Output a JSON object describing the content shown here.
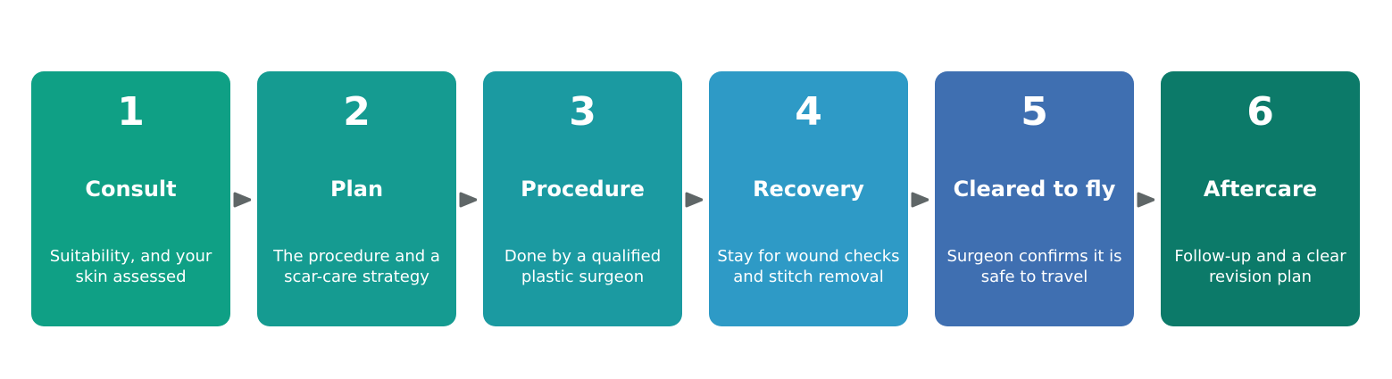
{
  "steps": [
    {
      "number": "1",
      "title": "Consult",
      "description": "Suitability, and your skin assessed",
      "color": "#0fa085"
    },
    {
      "number": "2",
      "title": "Plan",
      "description": "The procedure and a scar-care strategy",
      "color": "#159b91"
    },
    {
      "number": "3",
      "title": "Procedure",
      "description": "Done by a qualified plastic surgeon",
      "color": "#1b9aa1"
    },
    {
      "number": "4",
      "title": "Recovery",
      "description": "Stay for wound checks and stitch removal",
      "color": "#2e9ac6"
    },
    {
      "number": "5",
      "title": "Cleared to fly",
      "description": "Surgeon confirms it is safe to travel",
      "color": "#3f6fb1"
    },
    {
      "number": "6",
      "title": "Aftercare",
      "description": "Follow-up and a clear revision plan",
      "color": "#0c7a69"
    }
  ],
  "arrow_color": "#5f6667"
}
